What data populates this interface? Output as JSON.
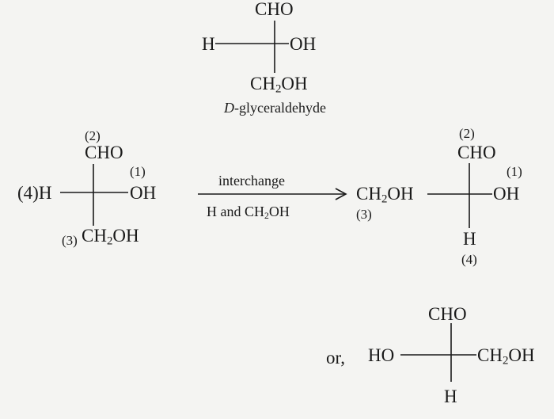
{
  "top": {
    "top_group": "CHO",
    "left": "H",
    "right": "OH",
    "bottom_group": "CH",
    "bottom_sub": "2",
    "bottom_rest": "OH",
    "caption_italic": "D",
    "caption_rest": "-glyceraldehyde"
  },
  "left_proj": {
    "top_num": "(2)",
    "top_group": "CHO",
    "right_num": "(1)",
    "right_group": "OH",
    "left": "(4)H",
    "bottom_num": "(3)",
    "bottom_group": "CH",
    "bottom_sub": "2",
    "bottom_rest": "OH"
  },
  "arrow": {
    "above": "interchange",
    "below_a": "H and CH",
    "below_sub": "2",
    "below_b": "OH"
  },
  "right_proj": {
    "top_num": "(2)",
    "top_group": "CHO",
    "right_num": "(1)",
    "right_group": "OH",
    "left_group": "CH",
    "left_sub": "2",
    "left_rest": "OH",
    "left_num": "(3)",
    "bottom_group": "H",
    "bottom_num": "(4)"
  },
  "alt": {
    "prefix": "or,",
    "top_group": "CHO",
    "left": "HO",
    "right_a": "CH",
    "right_sub": "2",
    "right_b": "OH",
    "bottom": "H"
  }
}
